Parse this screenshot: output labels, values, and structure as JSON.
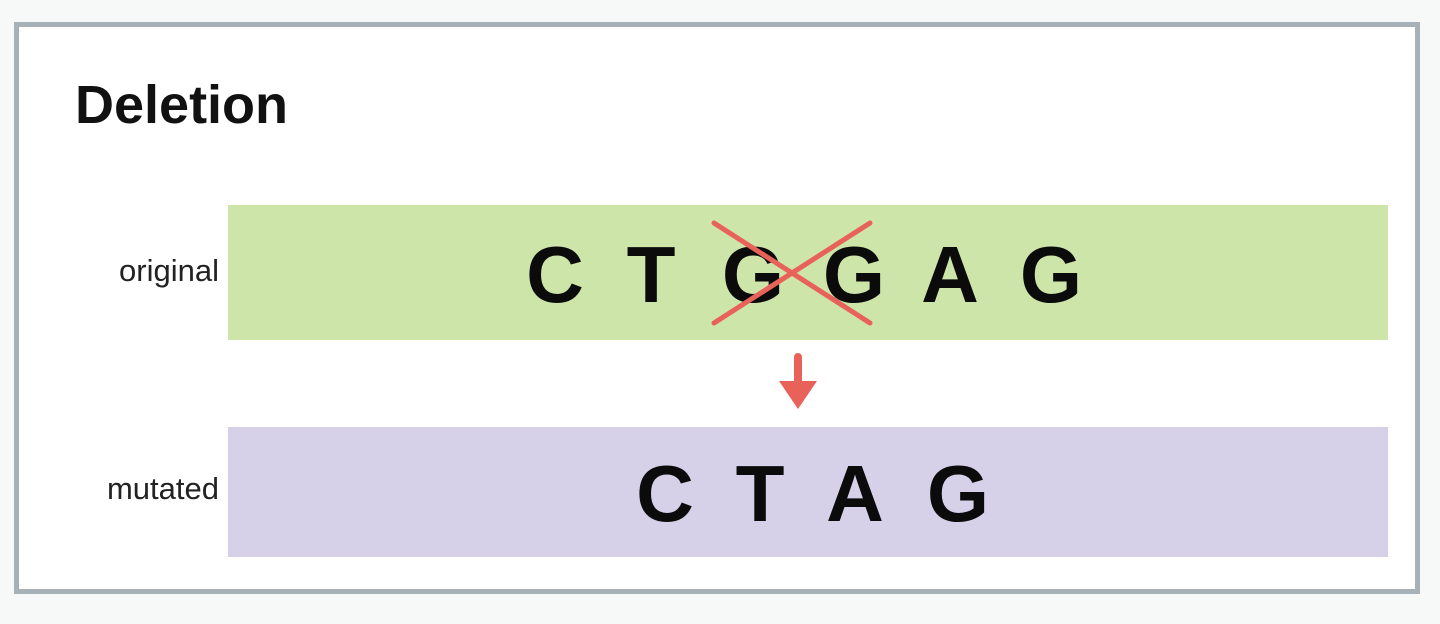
{
  "title": "Deletion",
  "rows": [
    {
      "label": "original",
      "bases": [
        "C",
        "T",
        "G",
        "G",
        "A",
        "G"
      ],
      "deleted": [
        2,
        3
      ]
    },
    {
      "label": "mutated",
      "bases": [
        "C",
        "T",
        "A",
        "G"
      ],
      "deleted": []
    }
  ],
  "colors": {
    "original_band": "#cde5a9",
    "mutated_band": "#d6d0e8",
    "deletion_mark": "#e8625a",
    "arrow": "#e8625a",
    "frame_border": "#a7b1b8"
  }
}
